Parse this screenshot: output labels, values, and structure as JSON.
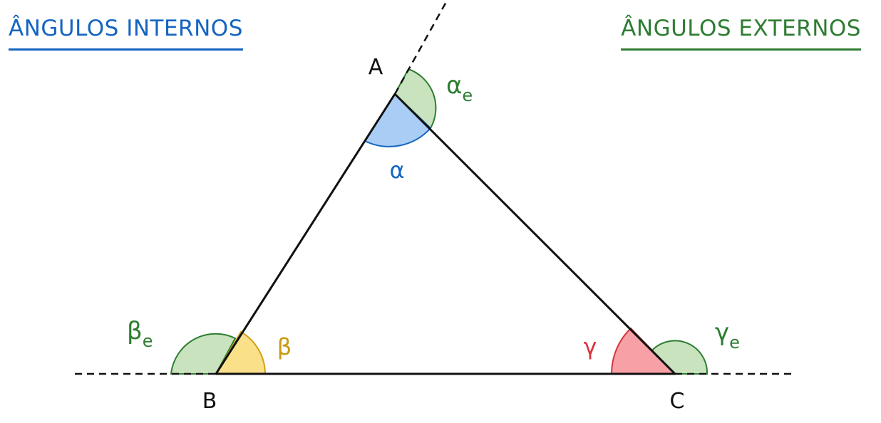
{
  "headings": {
    "internal": "ÂNGULOS INTERNOS",
    "external": "ÂNGULOS EXTERNOS"
  },
  "vertices": {
    "a": "A",
    "b": "B",
    "c": "C"
  },
  "angles": {
    "alpha": "α",
    "beta": "β",
    "gamma": "γ",
    "alpha_e": "α",
    "beta_e": "β",
    "gamma_e": "γ",
    "ext_sub": "e"
  },
  "colors": {
    "internal_heading": "#1565c0",
    "external_heading": "#2e7d32",
    "alpha_fill": "#a9cdf5",
    "alpha_stroke": "#1565c0",
    "beta_fill": "#fbe08a",
    "beta_stroke": "#d4a017",
    "beta_text": "#c99a12",
    "gamma_fill": "#f7a1a6",
    "gamma_stroke": "#d9343d",
    "ext_fill": "#c8e3bd",
    "ext_stroke": "#2e7d32",
    "line": "#111111"
  }
}
